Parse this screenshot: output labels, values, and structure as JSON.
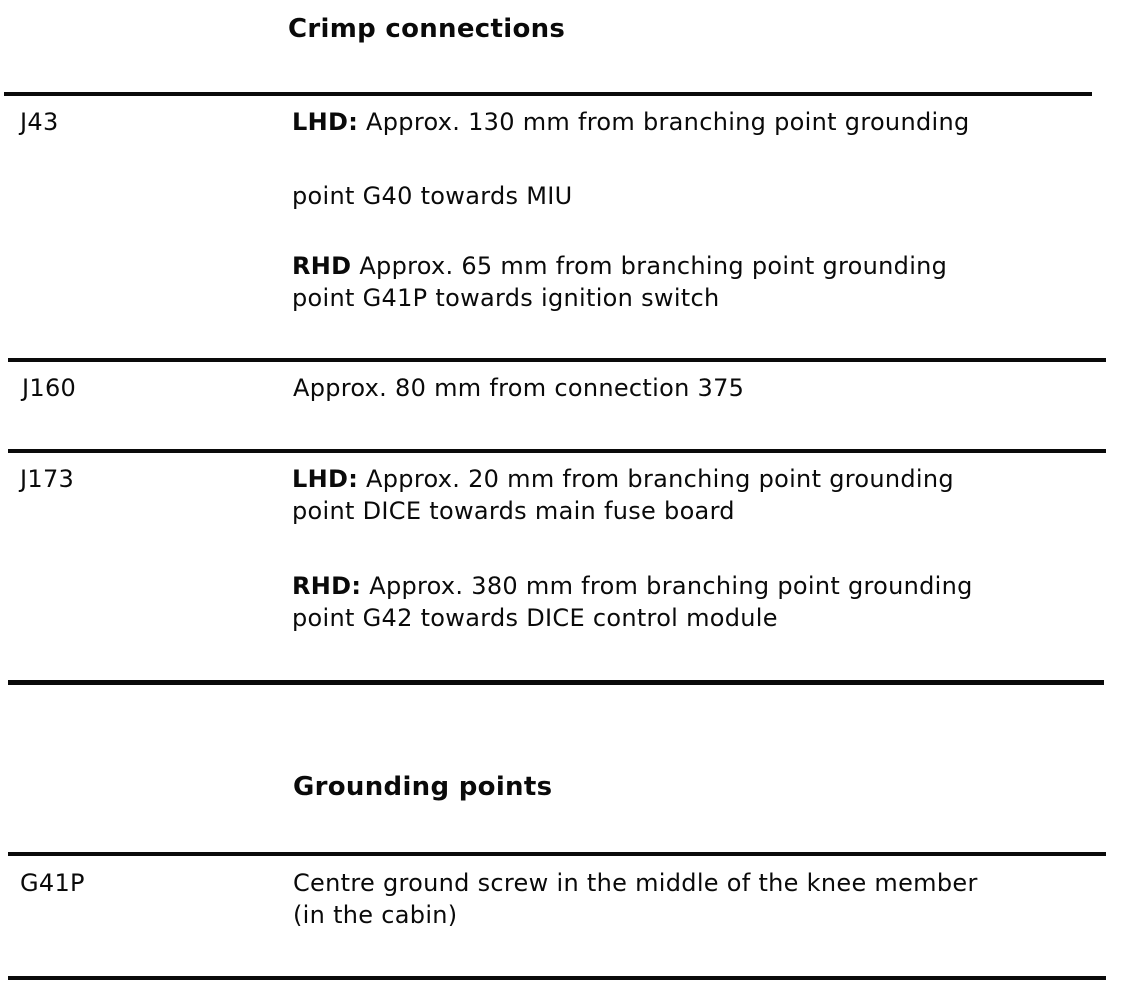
{
  "colors": {
    "text": "#0a0a0a",
    "background": "#ffffff"
  },
  "sections": [
    {
      "title": "Crimp connections",
      "rows": [
        {
          "id": "J43",
          "lines": [
            {
              "prefix": "LHD:",
              "text": " Approx. 130 mm from branching point grounding"
            },
            {
              "text": "point G40 towards MIU"
            },
            {
              "prefix": "RHD",
              "text": " Approx. 65 mm from branching point grounding"
            },
            {
              "text": "point G41P towards ignition switch"
            }
          ]
        },
        {
          "id": "J160",
          "lines": [
            {
              "text": "Approx. 80 mm from connection 375"
            }
          ]
        },
        {
          "id": "J173",
          "lines": [
            {
              "prefix": "LHD:",
              "text": " Approx. 20 mm from branching point grounding"
            },
            {
              "text": "point DICE towards main fuse board"
            },
            {
              "prefix": "RHD:",
              "text": " Approx. 380 mm from branching point grounding"
            },
            {
              "text": "point G42 towards DICE control module"
            }
          ]
        }
      ]
    },
    {
      "title": "Grounding points",
      "rows": [
        {
          "id": "G41P",
          "lines": [
            {
              "text": "Centre ground screw in the middle of the knee member"
            },
            {
              "text": "(in the cabin)"
            }
          ]
        }
      ]
    }
  ]
}
